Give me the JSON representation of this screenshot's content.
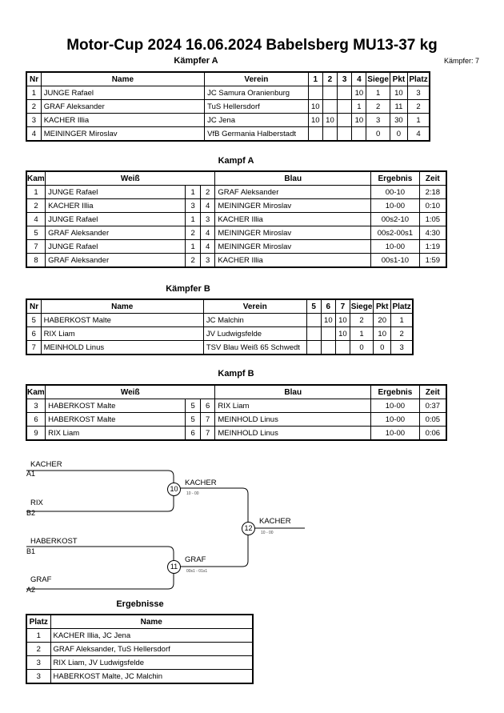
{
  "header": {
    "title": "Motor-Cup 2024  16.06.2024  Babelsberg   MU13-37 kg",
    "fighters_label": "Kämpfer: 7"
  },
  "pool_a": {
    "title": "Kämpfer A",
    "headers": [
      "Nr",
      "Name",
      "Verein",
      "1",
      "2",
      "3",
      "4",
      "Siege",
      "Pkt",
      "Platz"
    ],
    "rows": [
      [
        "1",
        "JUNGE Rafael",
        "JC Samura Oranienburg",
        "",
        "",
        "",
        "10",
        "1",
        "10",
        "3"
      ],
      [
        "2",
        "GRAF Aleksander",
        "TuS Hellersdorf",
        "10",
        "",
        "",
        "1",
        "2",
        "11",
        "2"
      ],
      [
        "3",
        "KACHER Illia",
        "JC Jena",
        "10",
        "10",
        "",
        "10",
        "3",
        "30",
        "1"
      ],
      [
        "4",
        "MEININGER Miroslav",
        "VfB Germania Halberstadt",
        "",
        "",
        "",
        "",
        "0",
        "0",
        "4"
      ]
    ]
  },
  "fights_a": {
    "title": "Kampf A",
    "headers": [
      "Kampf",
      "Weiß",
      "",
      "",
      "Blau",
      "Ergebnis",
      "Zeit"
    ],
    "rows": [
      [
        "1",
        "JUNGE Rafael",
        "1",
        "2",
        "GRAF Aleksander",
        "00-10",
        "2:18"
      ],
      [
        "2",
        "KACHER Illia",
        "3",
        "4",
        "MEININGER Miroslav",
        "10-00",
        "0:10"
      ],
      [
        "4",
        "JUNGE Rafael",
        "1",
        "3",
        "KACHER Illia",
        "00s2-10",
        "1:05"
      ],
      [
        "5",
        "GRAF Aleksander",
        "2",
        "4",
        "MEININGER Miroslav",
        "00s2-00s1",
        "4:30"
      ],
      [
        "7",
        "JUNGE Rafael",
        "1",
        "4",
        "MEININGER Miroslav",
        "10-00",
        "1:19"
      ],
      [
        "8",
        "GRAF Aleksander",
        "2",
        "3",
        "KACHER Illia",
        "00s1-10",
        "1:59"
      ]
    ]
  },
  "pool_b": {
    "title": "Kämpfer B",
    "headers": [
      "Nr",
      "Name",
      "Verein",
      "5",
      "6",
      "7",
      "Siege",
      "Pkt",
      "Platz"
    ],
    "rows": [
      [
        "5",
        "HABERKOST Malte",
        "JC Malchin",
        "",
        "10",
        "10",
        "2",
        "20",
        "1"
      ],
      [
        "6",
        "RIX Liam",
        "JV Ludwigsfelde",
        "",
        "",
        "10",
        "1",
        "10",
        "2"
      ],
      [
        "7",
        "MEINHOLD Linus",
        "TSV Blau Weiß 65 Schwedt",
        "",
        "",
        "",
        "0",
        "0",
        "3"
      ]
    ]
  },
  "fights_b": {
    "title": "Kampf B",
    "headers": [
      "Kampf",
      "Weiß",
      "",
      "",
      "Blau",
      "Ergebnis",
      "Zeit"
    ],
    "rows": [
      [
        "3",
        "HABERKOST Malte",
        "5",
        "6",
        "RIX Liam",
        "10-00",
        "0:37"
      ],
      [
        "6",
        "HABERKOST Malte",
        "5",
        "7",
        "MEINHOLD Linus",
        "10-00",
        "0:05"
      ],
      [
        "9",
        "RIX Liam",
        "6",
        "7",
        "MEINHOLD Linus",
        "10-00",
        "0:06"
      ]
    ]
  },
  "bracket": {
    "s1_top_name": "KACHER",
    "s1_top_seed": "A1",
    "s1_bot_name": "RIX",
    "s1_bot_seed": "B2",
    "s2_top_name": "HABERKOST",
    "s2_top_seed": "B1",
    "s2_bot_name": "GRAF",
    "s2_bot_seed": "A2",
    "f10_num": "10",
    "f10_winner": "KACHER",
    "f10_score": "10 - 00",
    "f11_num": "11",
    "f11_winner": "GRAF",
    "f11_score": "00s1 - 01s1",
    "f12_num": "12",
    "f12_winner": "KACHER",
    "f12_score": "10 - 00"
  },
  "results": {
    "title": "Ergebnisse",
    "headers": [
      "Platz",
      "Name"
    ],
    "rows": [
      [
        "1",
        "KACHER Illia, JC Jena"
      ],
      [
        "2",
        "GRAF Aleksander, TuS Hellersdorf"
      ],
      [
        "3",
        "RIX Liam, JV Ludwigsfelde"
      ],
      [
        "3",
        "HABERKOST Malte, JC Malchin"
      ]
    ]
  }
}
